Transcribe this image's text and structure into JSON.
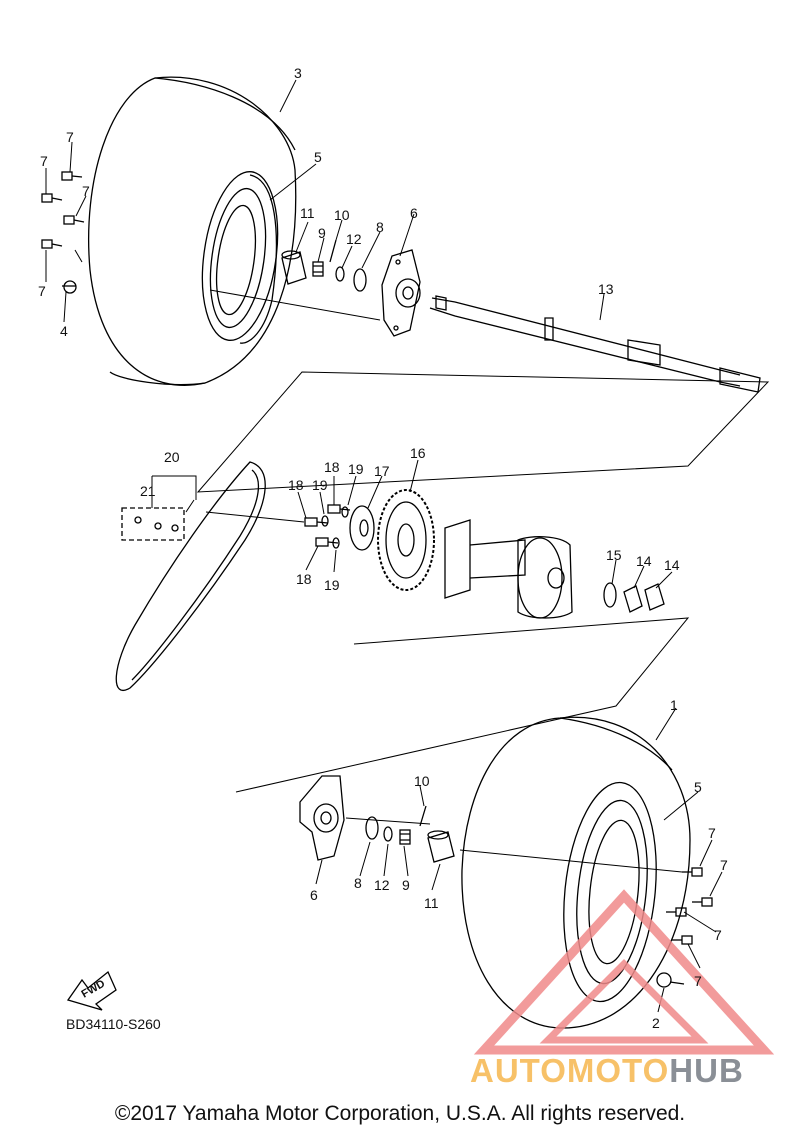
{
  "diagram": {
    "callouts": [
      "1",
      "2",
      "3",
      "4",
      "5",
      "6",
      "7",
      "8",
      "9",
      "10",
      "11",
      "12",
      "13",
      "14",
      "15",
      "16",
      "17",
      "18",
      "19",
      "20",
      "21"
    ],
    "fwd_label": "FWD",
    "diagram_code": "BD34110-S260"
  },
  "watermark": {
    "text_a": "AUTOMOTO",
    "text_b": "HUB",
    "color_a": "#f7c168",
    "color_b": "#8a8f96",
    "triangle_color": "#f08a8a"
  },
  "footer": {
    "copyright": "©2017 Yamaha Motor Corporation, U.S.A. All rights reserved."
  }
}
